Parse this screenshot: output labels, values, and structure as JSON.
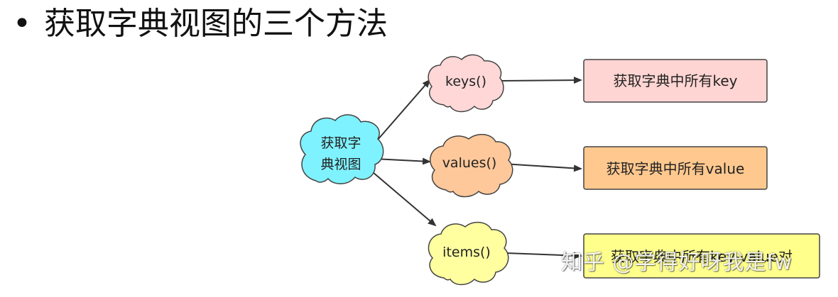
{
  "title": "获取字典视图的三个方法",
  "root": {
    "line1": "获取字",
    "line2": "典视图",
    "color": "#7ff2ff"
  },
  "methods": [
    {
      "label": "keys()",
      "color": "#ffd7d7",
      "box_text": "获取字典中所有key",
      "box_color": "#ffd5d3"
    },
    {
      "label": "values()",
      "color": "#ffc89a",
      "box_text": "获取字典中所有value",
      "box_color": "#ffc88f"
    },
    {
      "label": "items()",
      "color": "#ffffa0",
      "box_text": "获取字典中所有key-value对",
      "box_color": "#ffff8c"
    }
  ],
  "watermark": "知乎 @学得好呀我是fw",
  "colors": {
    "stroke": "#444444",
    "arrow": "#333333"
  }
}
